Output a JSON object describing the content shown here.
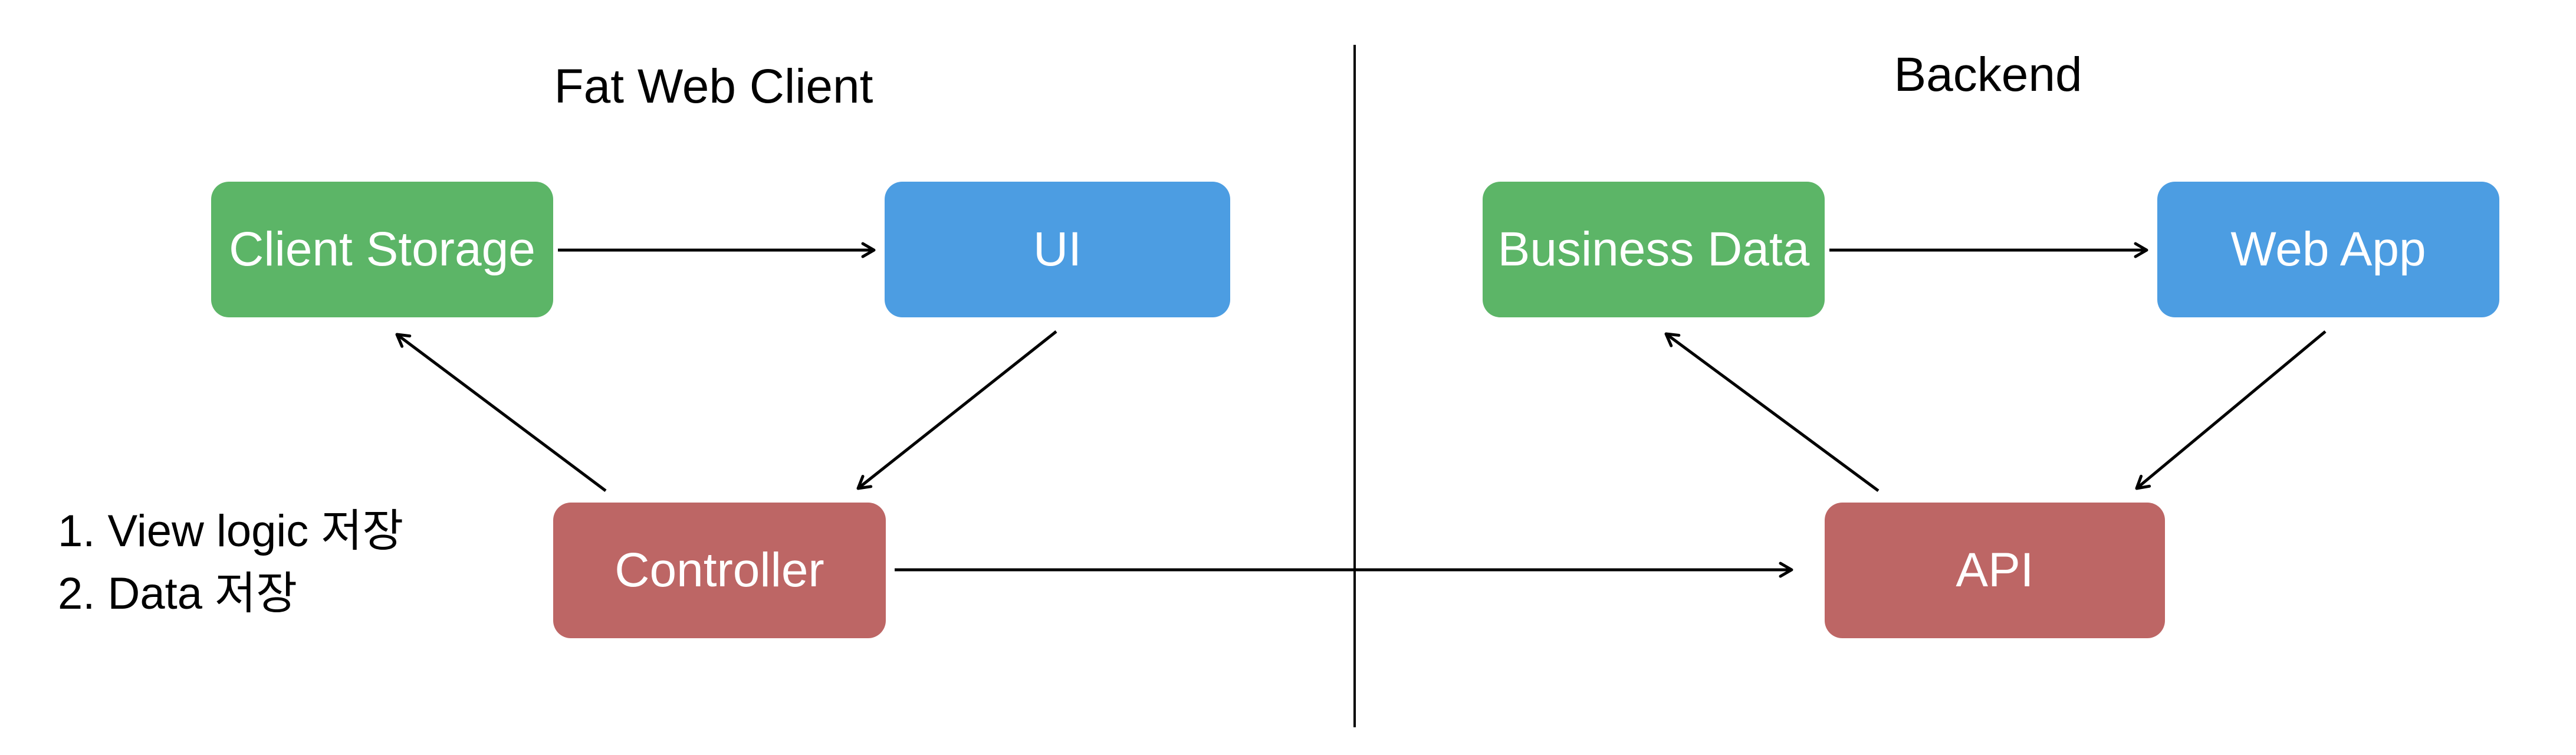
{
  "titles": {
    "left": "Fat Web Client",
    "right": "Backend"
  },
  "boxes": {
    "client_storage": {
      "label": "Client Storage",
      "color": "#5CB567"
    },
    "ui": {
      "label": "UI",
      "color": "#4C9DE2"
    },
    "controller": {
      "label": "Controller",
      "color": "#BD6665"
    },
    "business_data": {
      "label": "Business Data",
      "color": "#5CB567"
    },
    "web_app": {
      "label": "Web App",
      "color": "#4C9DE2"
    },
    "api": {
      "label": "API",
      "color": "#BD6665"
    }
  },
  "notes": {
    "items": [
      "1. View logic 저장",
      "2. Data 저장"
    ]
  },
  "arrows": [
    {
      "from": "Client Storage",
      "to": "UI"
    },
    {
      "from": "UI",
      "to": "Controller"
    },
    {
      "from": "Controller",
      "to": "Client Storage"
    },
    {
      "from": "Controller",
      "to": "API"
    },
    {
      "from": "Business Data",
      "to": "Web App"
    },
    {
      "from": "Web App",
      "to": "API"
    },
    {
      "from": "API",
      "to": "Business Data"
    }
  ],
  "colors": {
    "background": "#FFFFFF",
    "line": "#000000",
    "green": "#5CB567",
    "blue": "#4C9DE2",
    "red": "#BD6665"
  }
}
